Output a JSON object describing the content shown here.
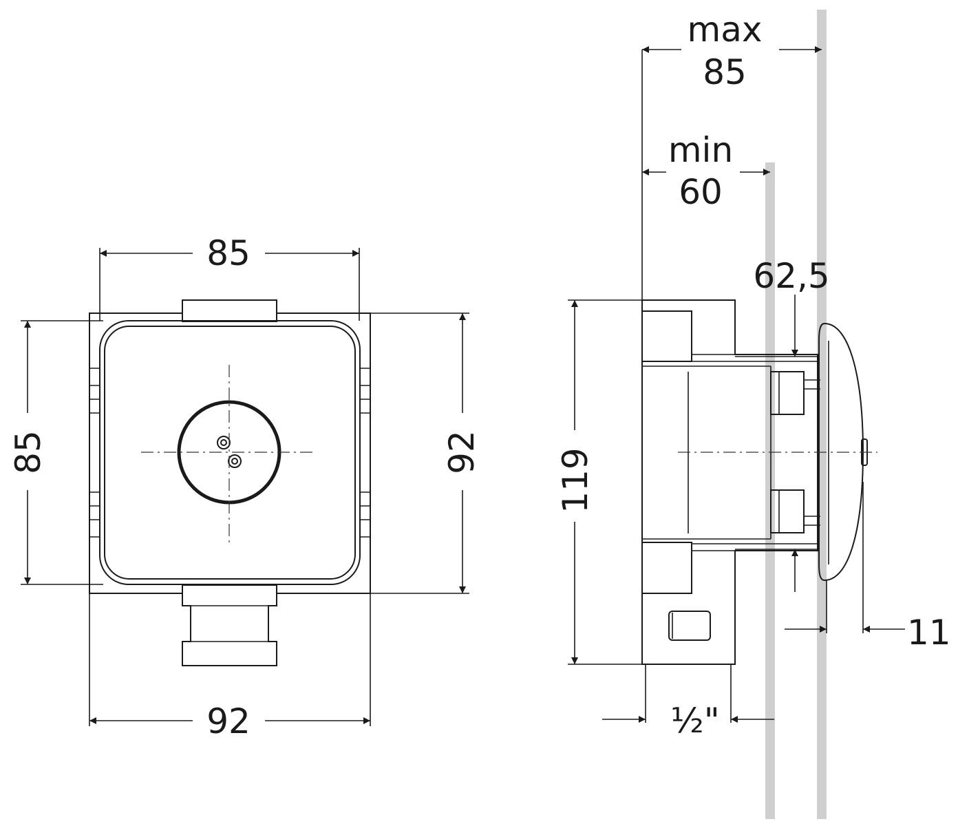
{
  "front_view": {
    "width_outer": "92",
    "width_inner": "85",
    "height_inner": "85",
    "height_outer": "92"
  },
  "side_view": {
    "max_label": "max",
    "max_value": "85",
    "min_label": "min",
    "min_value": "60",
    "plate_offset": "62,5",
    "height": "119",
    "thread": "½\"",
    "plate_thickness": "11"
  }
}
